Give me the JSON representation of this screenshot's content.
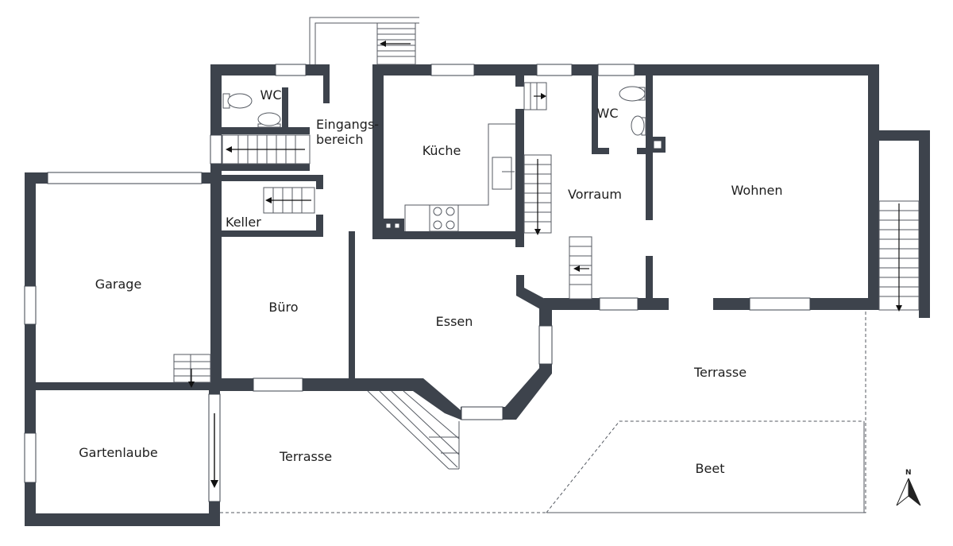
{
  "rooms": {
    "wc_left": "WC",
    "eingang_line1": "Eingangs-",
    "eingang_line2": "bereich",
    "kueche": "Küche",
    "wc_right": "WC",
    "vorraum": "Vorraum",
    "wohnen": "Wohnen",
    "keller": "Keller",
    "garage": "Garage",
    "buero": "Büro",
    "essen": "Essen",
    "terrasse_right": "Terrasse",
    "gartenlaube": "Gartenlaube",
    "terrasse_left": "Terrasse",
    "beet": "Beet"
  },
  "compass": {
    "label": "N",
    "icon": "north-arrow-icon"
  },
  "colors": {
    "wall": "#3d434c",
    "background": "#ffffff"
  }
}
